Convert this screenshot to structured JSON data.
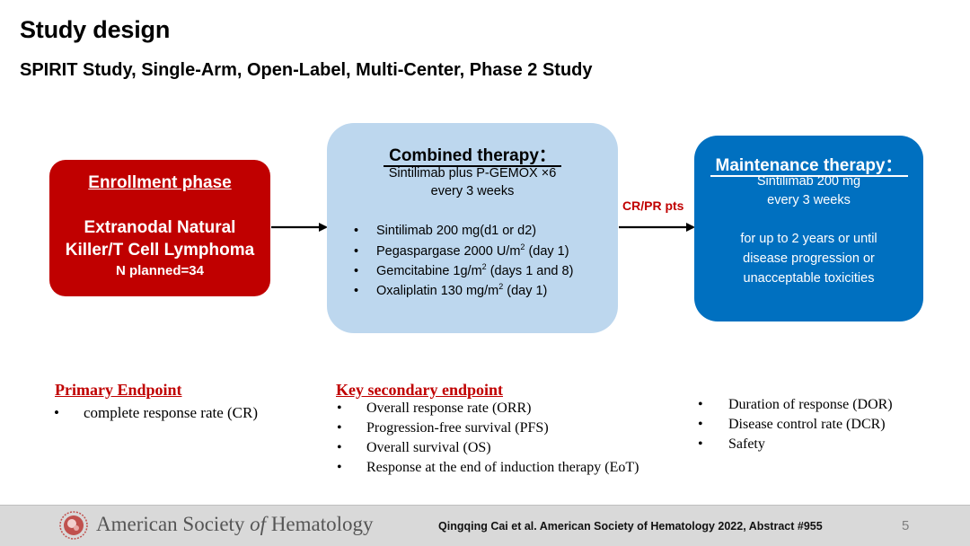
{
  "title": "Study design",
  "subtitle": "SPIRIT Study, Single-Arm, Open-Label, Multi-Center, Phase 2 Study",
  "enrollment": {
    "heading": "Enrollment phase",
    "line1": "Extranodal Natural",
    "line2": "Killer/T Cell Lymphoma",
    "line3": "N planned=34"
  },
  "combined": {
    "heading": "Combined therapy：",
    "line1": "Sintilimab plus P-GEMOX ×6",
    "line2": "every 3 weeks",
    "drugs": [
      {
        "pre": "Sintilimab 200 mg(d1 or d2)",
        "sup": "",
        "post": ""
      },
      {
        "pre": "Pegaspargase 2000 U/m",
        "sup": "2",
        "post": " (day 1)"
      },
      {
        "pre": "Gemcitabine 1g/m",
        "sup": "2",
        "post": " (days 1 and 8)"
      },
      {
        "pre": "Oxaliplatin 130 mg/m",
        "sup": "2",
        "post": " (day 1)"
      }
    ]
  },
  "arrow_label": "CR/PR pts",
  "maintenance": {
    "heading": "Maintenance therapy：",
    "line1": "Sintilimab 200 mg",
    "line2": "every 3 weeks",
    "line3": "for up to 2 years or until",
    "line4": "disease progression or",
    "line5": "unacceptable toxicities"
  },
  "bullet": "•",
  "primary_endpoint": {
    "heading": "Primary Endpoint",
    "items": [
      "complete response rate (CR)"
    ]
  },
  "secondary_endpoint": {
    "heading": "Key secondary endpoint",
    "items": [
      "Overall response rate (ORR)",
      "Progression-free survival (PFS)",
      "Overall survival (OS)",
      "Response at the end of induction therapy (EoT)"
    ],
    "items_col2": [
      "Duration of response (DOR)",
      "Disease control rate (DCR)",
      "Safety"
    ]
  },
  "footer": {
    "org_part1": "American Society ",
    "org_part2": "of",
    "org_part3": " Hematology",
    "citation": "Qingqing Cai et al. American Society of Hematology 2022, Abstract #955",
    "page_number": "5"
  },
  "colors": {
    "enrollment_box": "#c00000",
    "combined_box": "#bdd7ee",
    "maintenance_box": "#0070c0",
    "accent_red": "#c00000",
    "footer_bg": "#d9d9d9"
  }
}
